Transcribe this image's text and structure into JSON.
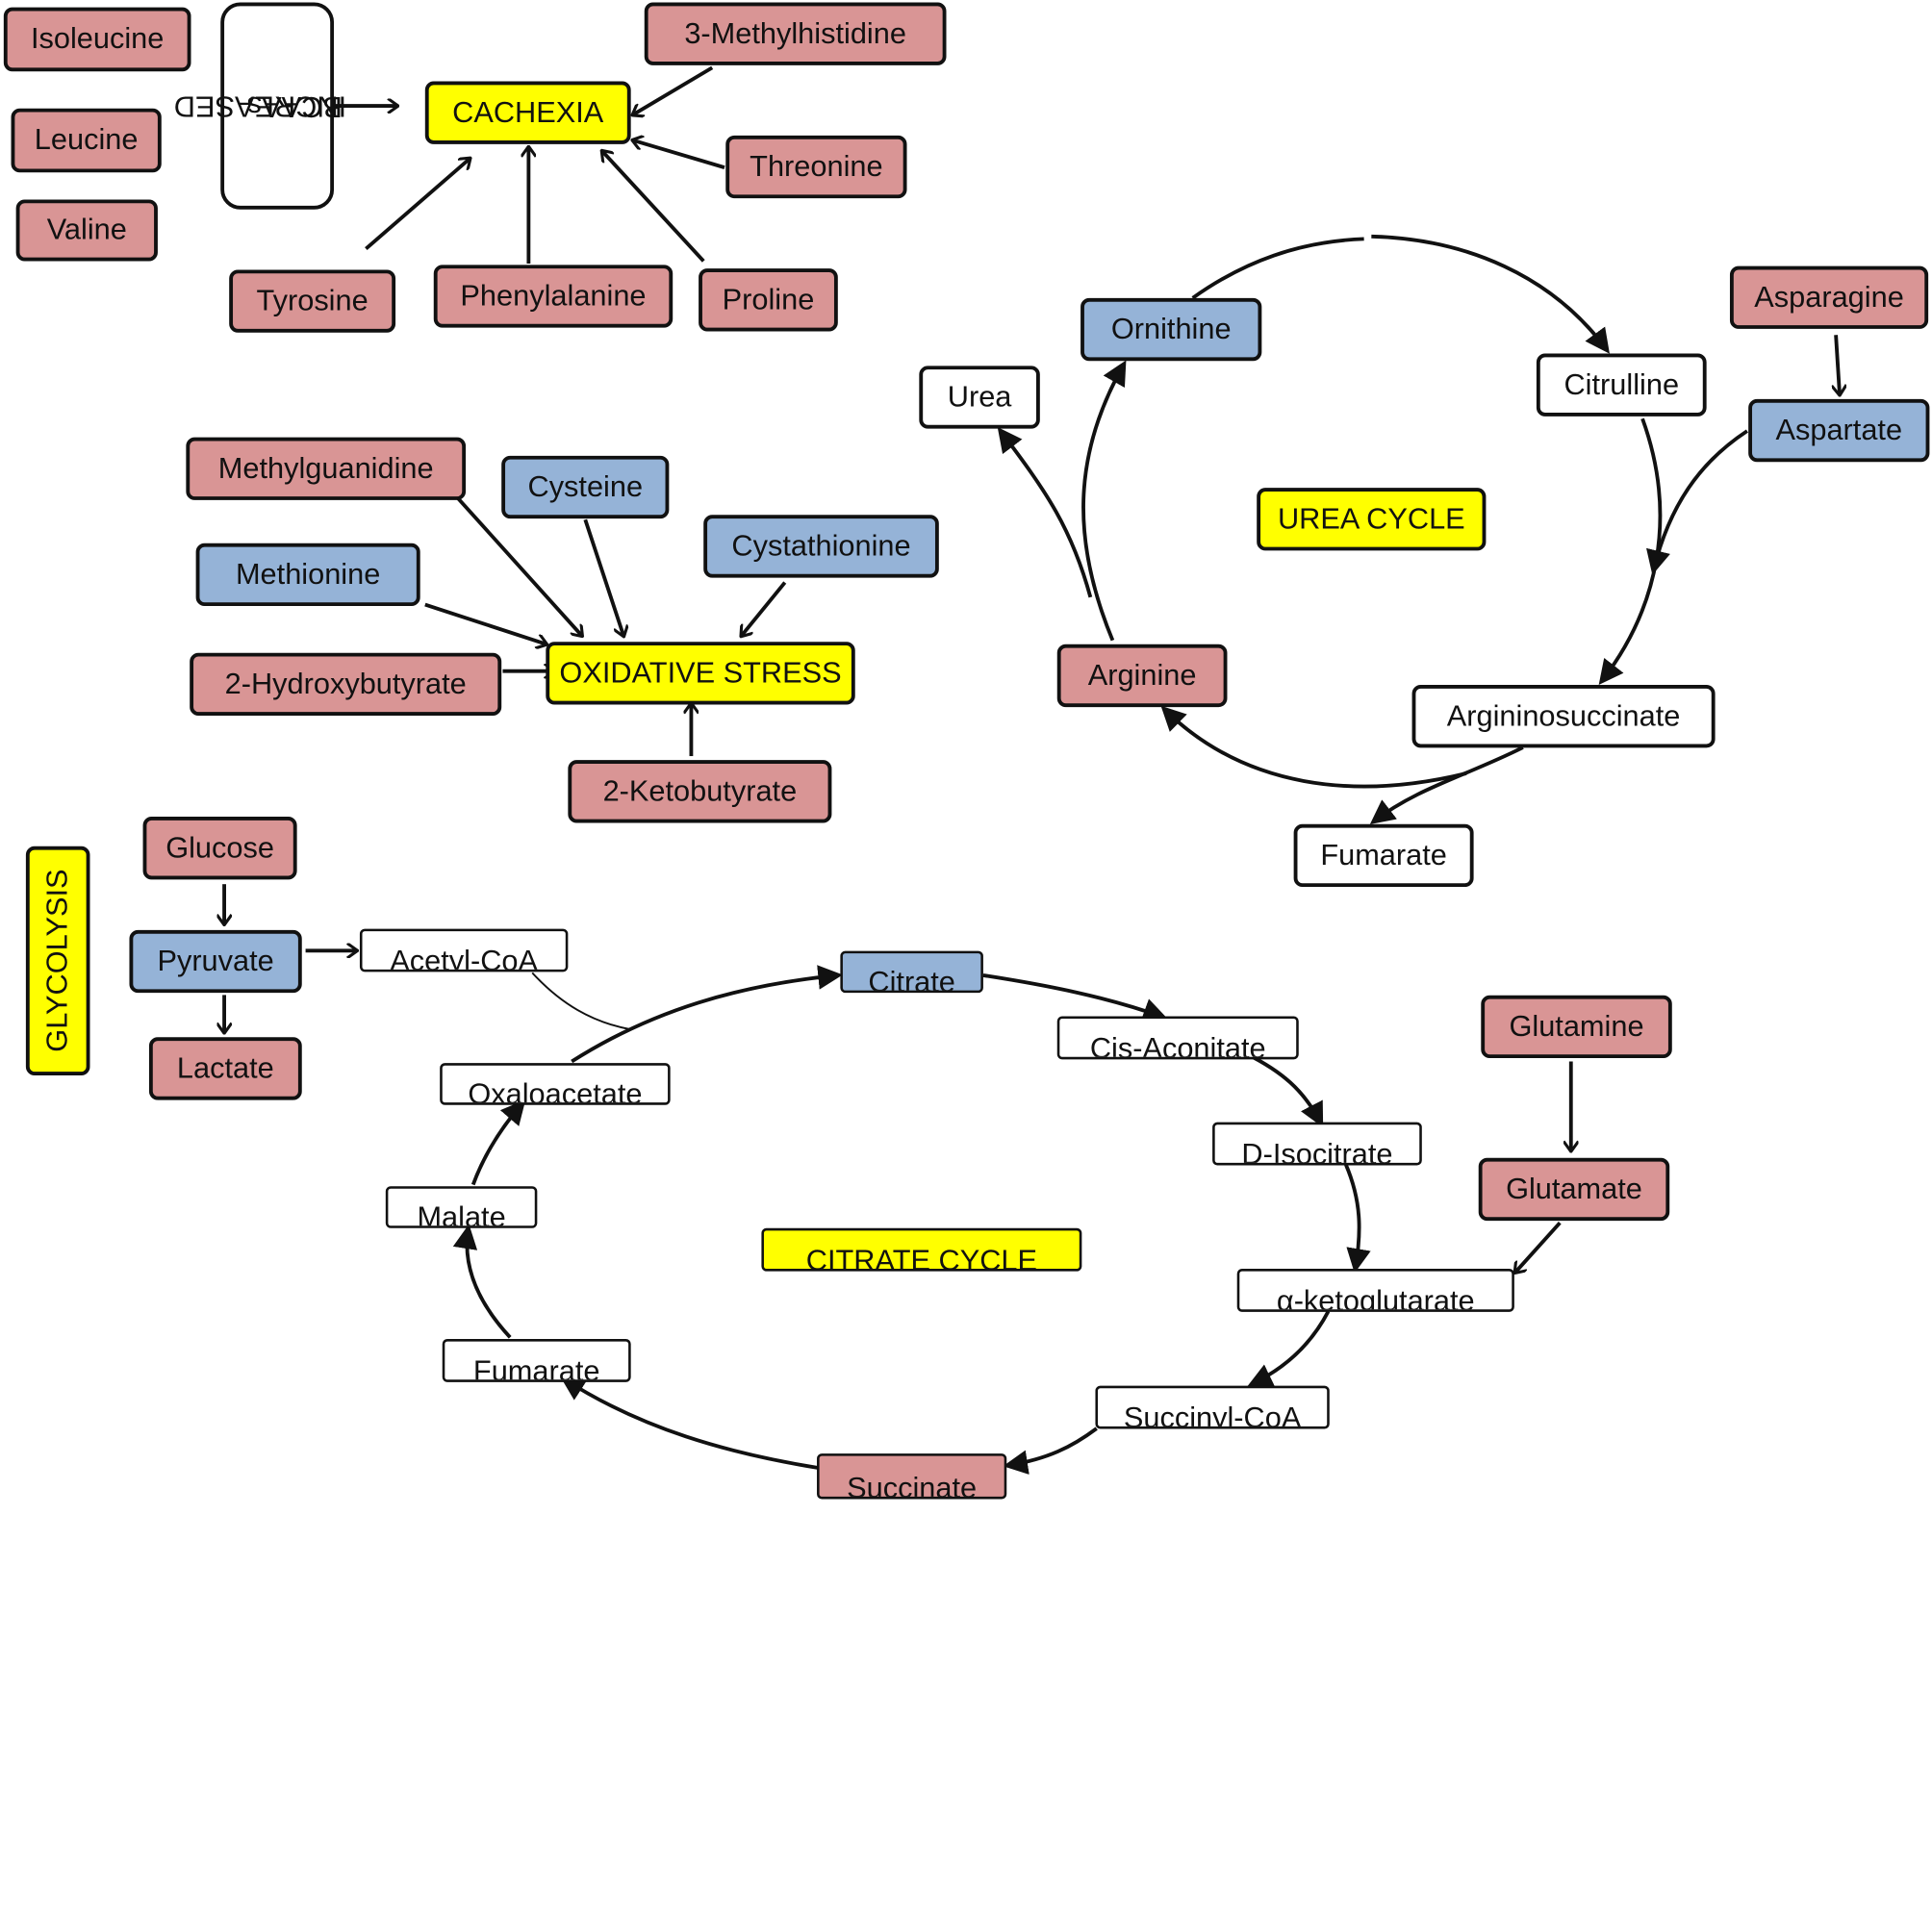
{
  "colors": {
    "elevated": "#d99595",
    "decreased": "#95b3d7",
    "neutral": "#ffffff",
    "process": "#ffff00",
    "line": "#111111"
  },
  "bcaa": {
    "isoleucine": "Isoleucine",
    "leucine": "Leucine",
    "valine": "Valine",
    "increased_bcaas_line1": "INCREASED",
    "increased_bcaas_line2": "BCAAs"
  },
  "cachexia": {
    "title": "CACHEXIA",
    "methylhistidine": "3-Methylhistidine",
    "threonine": "Threonine",
    "tyrosine": "Tyrosine",
    "phenylalanine": "Phenylalanine",
    "proline": "Proline"
  },
  "oxidative": {
    "title": "OXIDATIVE STRESS",
    "methylguanidine": "Methylguanidine",
    "cysteine": "Cysteine",
    "cystathionine": "Cystathionine",
    "methionine": "Methionine",
    "hydroxybutyrate": "2-Hydroxybutyrate",
    "ketobutyrate": "2-Ketobutyrate"
  },
  "urea": {
    "title": "UREA CYCLE",
    "ornithine": "Ornithine",
    "urea": "Urea",
    "citrulline": "Citrulline",
    "asparagine": "Asparagine",
    "aspartate": "Aspartate",
    "arginine": "Arginine",
    "argininosuccinate": "Argininosuccinate",
    "fumarate": "Fumarate"
  },
  "glycolysis": {
    "title": "GLYCOLYSIS",
    "glucose": "Glucose",
    "pyruvate": "Pyruvate",
    "lactate": "Lactate",
    "acetyl_coa": "Acetyl-CoA"
  },
  "citrate": {
    "title": "CITRATE CYCLE",
    "citrate": "Citrate",
    "cis_aconitate": "Cis-Aconitate",
    "d_isocitrate": "D-Isocitrate",
    "alpha_ketoglutarate": "α-ketoglutarate",
    "succinyl_coa": "Succinyl-CoA",
    "succinate": "Succinate",
    "fumarate": "Fumarate",
    "malate": "Malate",
    "oxaloacetate": "Oxaloacetate",
    "glutamine": "Glutamine",
    "glutamate": "Glutamate"
  }
}
